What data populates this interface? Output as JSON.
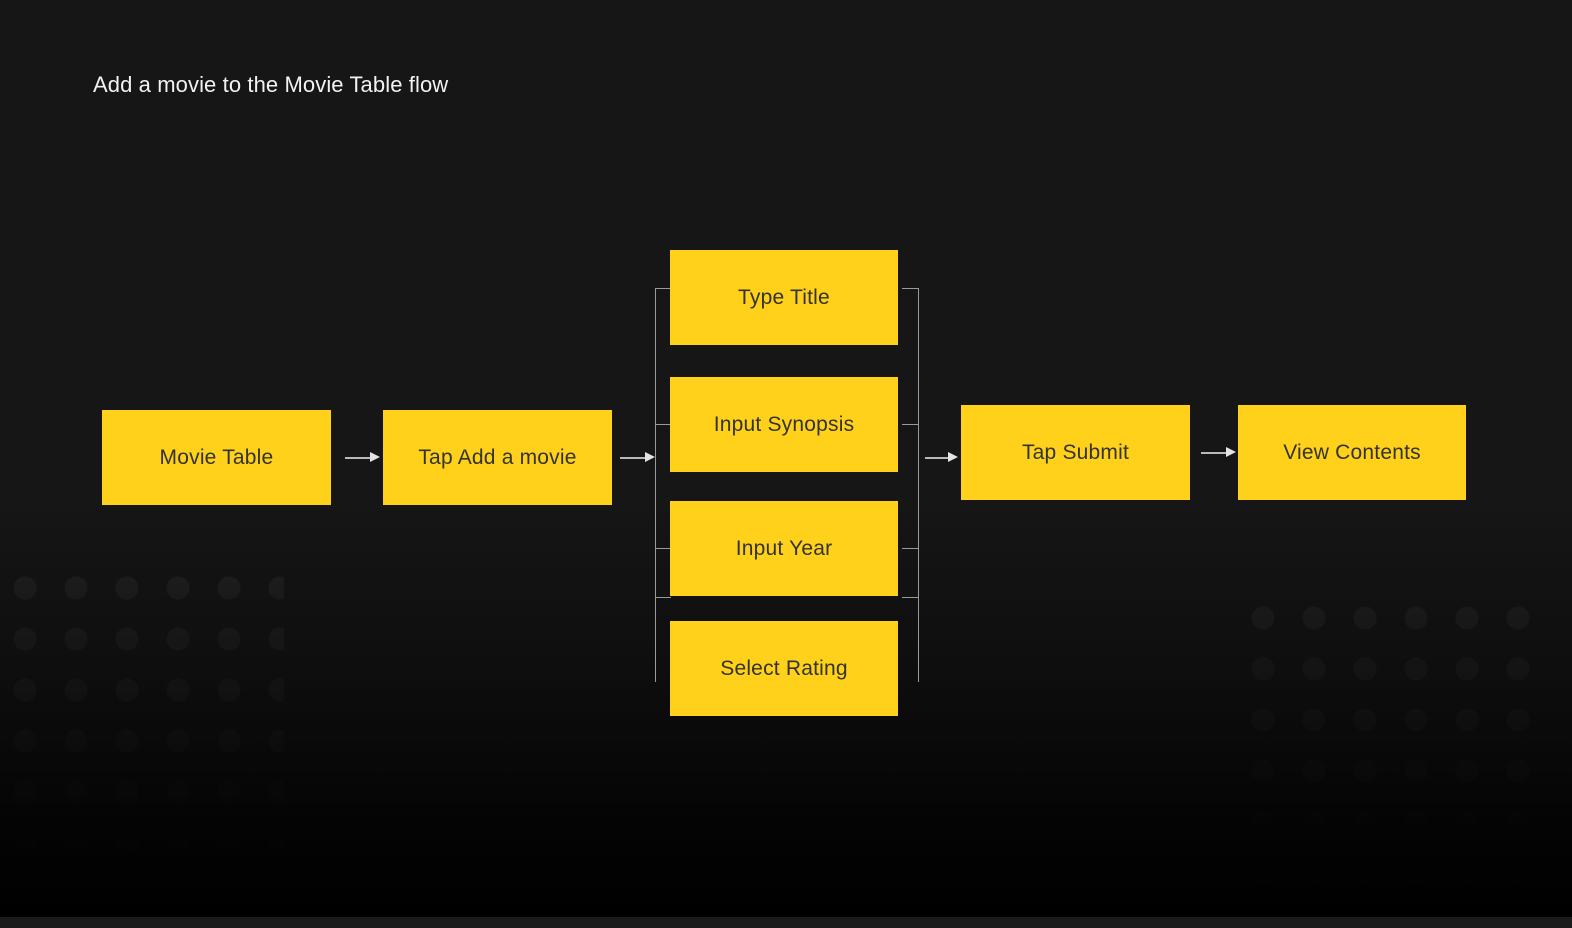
{
  "title": "Add a movie to the Movie Table flow",
  "theme": {
    "background": "#161616",
    "node_fill": "#FFD11A",
    "node_text": "#333330",
    "title_text": "#f2f2f2",
    "connector": "#b9b9b9",
    "bracket": "#9a9a9a"
  },
  "flow": {
    "start_nodes": [
      {
        "label": "Movie Table"
      },
      {
        "label": "Tap Add a movie"
      }
    ],
    "branch_nodes": [
      {
        "label": "Type Title"
      },
      {
        "label": "Input Synopsis"
      },
      {
        "label": "Input Year"
      },
      {
        "label": "Select Rating"
      }
    ],
    "end_nodes": [
      {
        "label": "Tap Submit"
      },
      {
        "label": "View Contents"
      }
    ]
  }
}
